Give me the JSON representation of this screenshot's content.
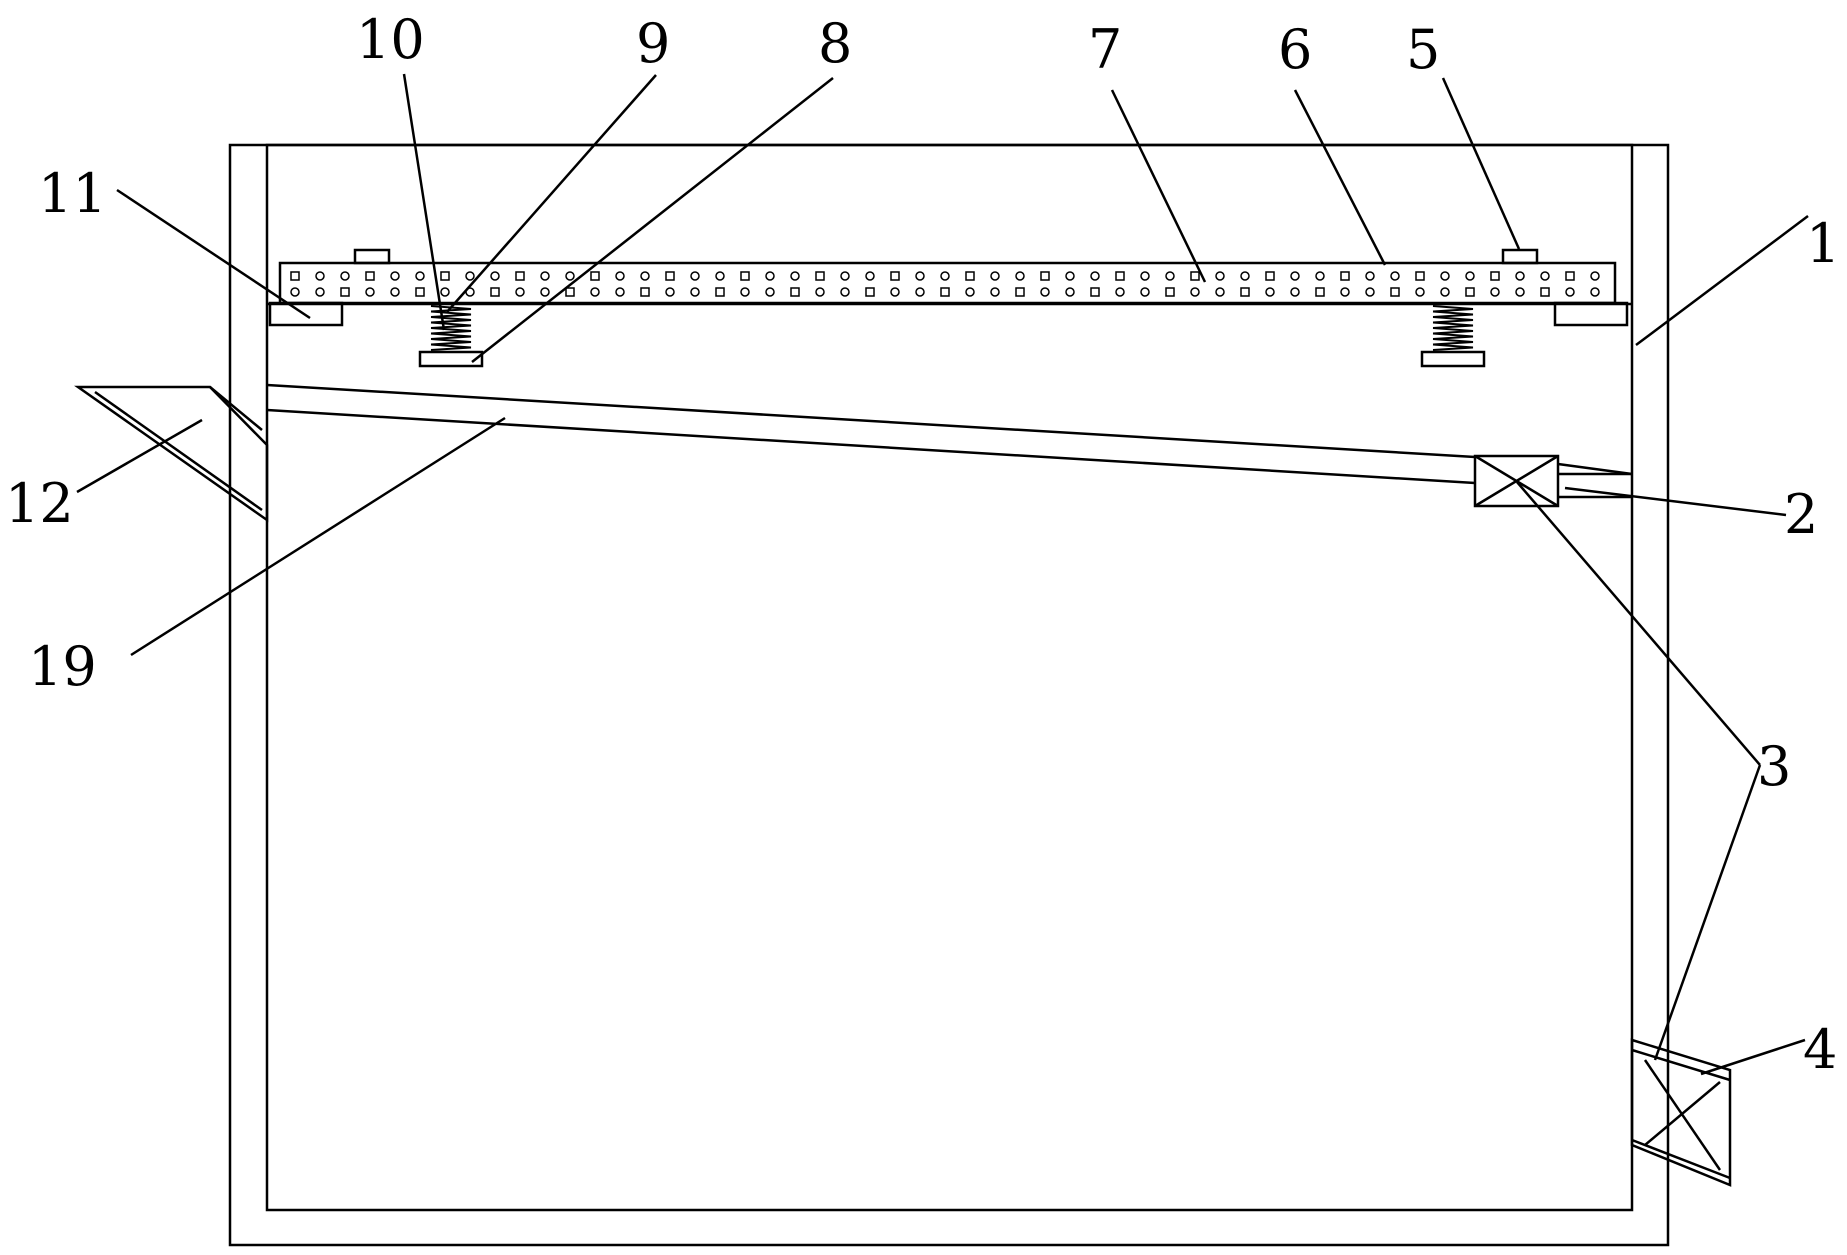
{
  "diagram": {
    "callouts": [
      {
        "id": "1",
        "text": "1"
      },
      {
        "id": "2",
        "text": "2"
      },
      {
        "id": "3",
        "text": "3"
      },
      {
        "id": "4",
        "text": "4"
      },
      {
        "id": "5",
        "text": "5"
      },
      {
        "id": "6",
        "text": "6"
      },
      {
        "id": "7",
        "text": "7"
      },
      {
        "id": "8",
        "text": "8"
      },
      {
        "id": "9",
        "text": "9"
      },
      {
        "id": "10",
        "text": "10"
      },
      {
        "id": "11",
        "text": "11"
      },
      {
        "id": "12",
        "text": "12"
      },
      {
        "id": "19",
        "text": "19"
      }
    ],
    "colors": {
      "line": "#000000",
      "background": "#ffffff"
    }
  }
}
